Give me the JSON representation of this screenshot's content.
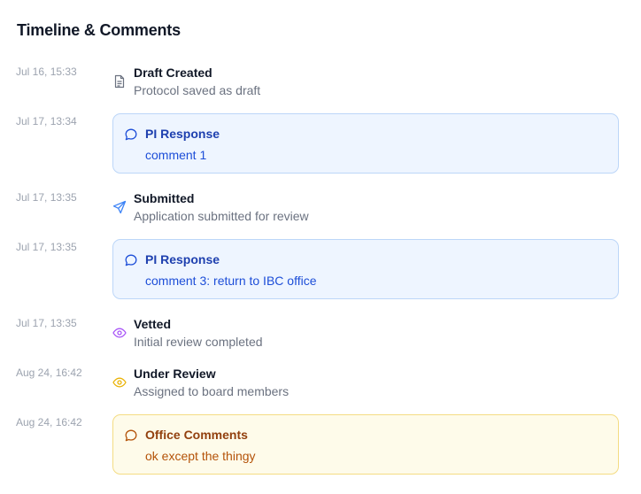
{
  "header": {
    "title": "Timeline & Comments"
  },
  "timeline": [
    {
      "type": "event",
      "timestamp": "Jul 16, 15:33",
      "icon": "document-icon",
      "title": "Draft Created",
      "subtitle": "Protocol saved as draft"
    },
    {
      "type": "comment",
      "tone": "blue",
      "timestamp": "Jul 17, 13:34",
      "icon": "chat-bubble-icon",
      "title": "PI Response",
      "body": "comment 1"
    },
    {
      "type": "event",
      "timestamp": "Jul 17, 13:35",
      "icon": "send-icon",
      "title": "Submitted",
      "subtitle": "Application submitted for review"
    },
    {
      "type": "comment",
      "tone": "blue",
      "timestamp": "Jul 17, 13:35",
      "icon": "chat-bubble-icon",
      "title": "PI Response",
      "body": "comment 3: return to IBC office"
    },
    {
      "type": "event",
      "timestamp": "Jul 17, 13:35",
      "icon": "eye-icon",
      "title": "Vetted",
      "subtitle": "Initial review completed"
    },
    {
      "type": "event",
      "timestamp": "Aug 24, 16:42",
      "icon": "eye-icon",
      "title": "Under Review",
      "subtitle": "Assigned to board members"
    },
    {
      "type": "comment",
      "tone": "yellow",
      "timestamp": "Aug 24, 16:42",
      "icon": "chat-bubble-icon",
      "title": "Office Comments",
      "body": "ok except the thingy"
    }
  ],
  "colors": {
    "send": "#3b82f6",
    "vetted_eye": "#a855f7",
    "review_eye": "#eab308",
    "blue_comment": "#1d4ed8",
    "yellow_comment": "#b45309",
    "document": "#6b7280"
  }
}
